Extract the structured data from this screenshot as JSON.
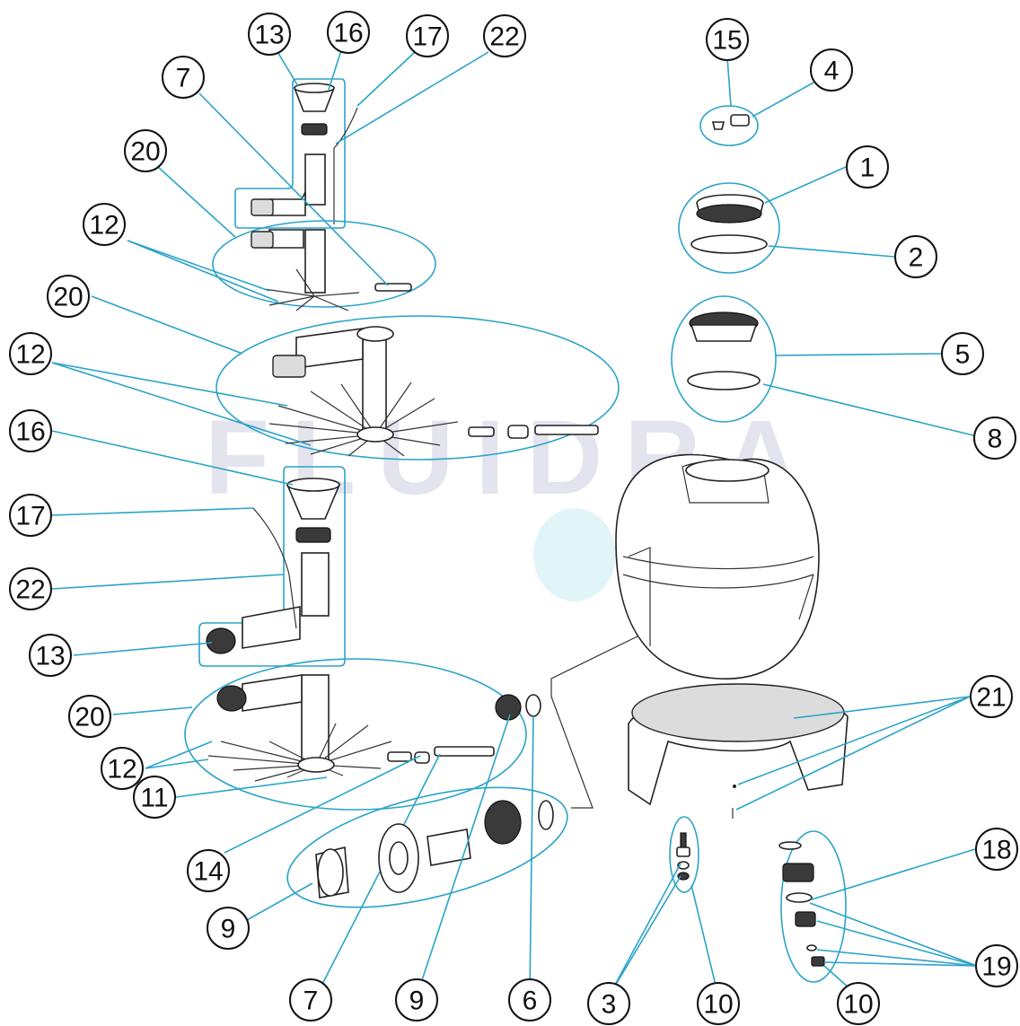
{
  "watermark": "FLUIDRA",
  "colors": {
    "leader": "#2aa3c9",
    "outline": "#222222",
    "watermark": "#e4e4ee"
  },
  "callouts": [
    {
      "id": "c13a",
      "label": "13"
    },
    {
      "id": "c16a",
      "label": "16"
    },
    {
      "id": "c17a",
      "label": "17"
    },
    {
      "id": "c22a",
      "label": "22"
    },
    {
      "id": "c7a",
      "label": "7"
    },
    {
      "id": "c20a",
      "label": "20"
    },
    {
      "id": "c12a",
      "label": "12"
    },
    {
      "id": "c20b",
      "label": "20"
    },
    {
      "id": "c12b",
      "label": "12"
    },
    {
      "id": "c16b",
      "label": "16"
    },
    {
      "id": "c17b",
      "label": "17"
    },
    {
      "id": "c22b",
      "label": "22"
    },
    {
      "id": "c13b",
      "label": "13"
    },
    {
      "id": "c20c",
      "label": "20"
    },
    {
      "id": "c12c",
      "label": "12"
    },
    {
      "id": "c11",
      "label": "11"
    },
    {
      "id": "c14",
      "label": "14"
    },
    {
      "id": "c9a",
      "label": "9"
    },
    {
      "id": "c7b",
      "label": "7"
    },
    {
      "id": "c9b",
      "label": "9"
    },
    {
      "id": "c6",
      "label": "6"
    },
    {
      "id": "c3",
      "label": "3"
    },
    {
      "id": "c10a",
      "label": "10"
    },
    {
      "id": "c10b",
      "label": "10"
    },
    {
      "id": "c15",
      "label": "15"
    },
    {
      "id": "c4",
      "label": "4"
    },
    {
      "id": "c1",
      "label": "1"
    },
    {
      "id": "c2",
      "label": "2"
    },
    {
      "id": "c5",
      "label": "5"
    },
    {
      "id": "c8",
      "label": "8"
    },
    {
      "id": "c21",
      "label": "21"
    },
    {
      "id": "c18",
      "label": "18"
    },
    {
      "id": "c19",
      "label": "19"
    }
  ]
}
